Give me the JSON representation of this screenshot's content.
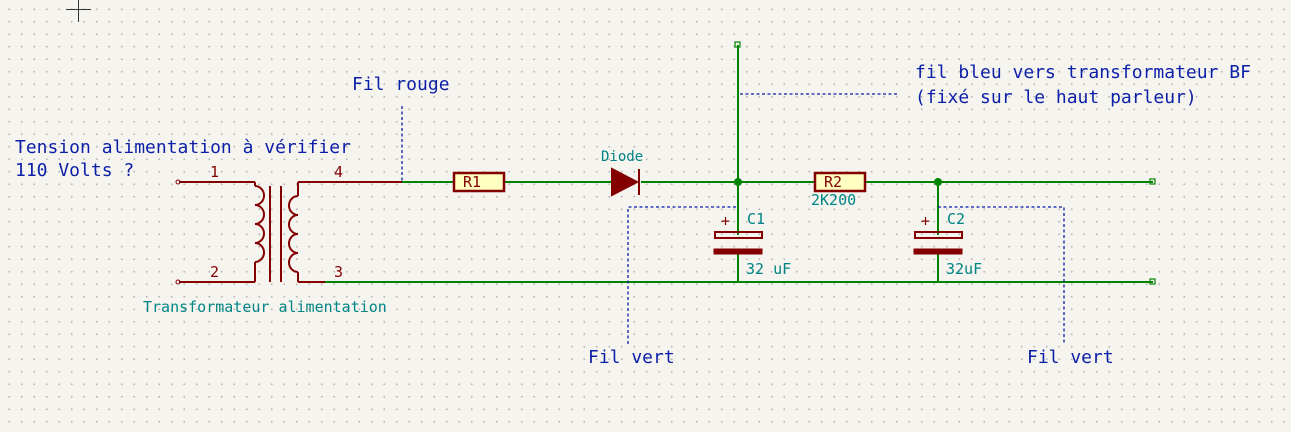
{
  "notes": {
    "tension_line1": "Tension alimentation à vérifier",
    "tension_line2": "110 Volts ?",
    "fil_rouge": "Fil rouge",
    "fil_bleu_line1": "fil bleu vers transformateur BF",
    "fil_bleu_line2": "(fixé sur le haut parleur)",
    "fil_vert_left": "Fil vert",
    "fil_vert_right": "Fil vert"
  },
  "components": {
    "transformer": {
      "label": "Transformateur alimentation",
      "pins": {
        "p1": "1",
        "p2": "2",
        "p3": "3",
        "p4": "4"
      }
    },
    "r1": {
      "ref": "R1"
    },
    "diode": {
      "label": "Diode"
    },
    "r2": {
      "ref": "R2",
      "value": "2K200"
    },
    "c1": {
      "ref": "C1",
      "value": "32 uF",
      "polarity": "+"
    },
    "c2": {
      "ref": "C2",
      "value": "32uF",
      "polarity": "+"
    }
  },
  "colors": {
    "wire": "#008400",
    "component": "#840000",
    "component_fill": "#ffffc2",
    "note_text": "#0c1fa8",
    "reference_text": "#008484",
    "background": "#f5f4ef",
    "grid_dot": "#b8b8b8"
  }
}
